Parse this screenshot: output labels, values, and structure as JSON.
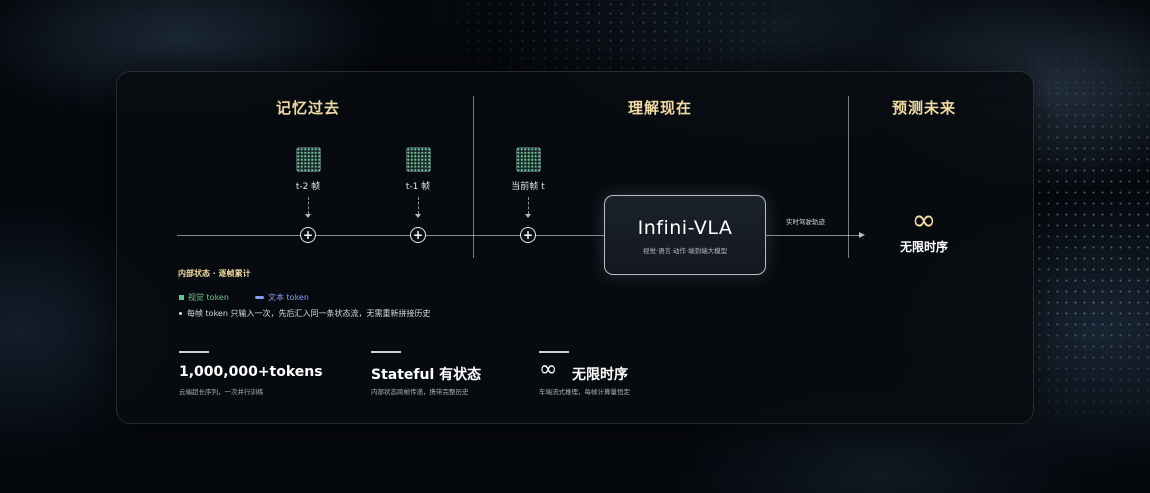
{
  "headings": {
    "past": "记忆过去",
    "present": "理解现在",
    "future": "预测未来"
  },
  "frames": [
    {
      "label": "t-2 帧",
      "icon": "frame-thumbnail-icon"
    },
    {
      "label": "t-1 帧",
      "icon": "frame-thumbnail-icon"
    },
    {
      "label": "当前帧 t",
      "icon": "frame-thumbnail-icon"
    }
  ],
  "model": {
    "title": "Infini-VLA",
    "subtitle": "视觉·语言·动作·端到端大模型"
  },
  "output": {
    "arrow_label": "实时驾驶轨迹",
    "icon": "infinity-icon",
    "label": "无限时序"
  },
  "state": {
    "title": "内部状态 · 逐帧累计",
    "legend": [
      {
        "label": "视觉 token",
        "color": "#6fc28d"
      },
      {
        "label": "文本 token",
        "color": "#8a9bf0"
      }
    ],
    "note": "每帧 token 只输入一次，先后汇入同一条状态流，无需重新拼接历史"
  },
  "stats": [
    {
      "title": "1,000,000+tokens",
      "desc": "云端超长序列，一次并行训练"
    },
    {
      "title": "Stateful 有状态",
      "desc": "内部状态跨帧传递，携带完整历史"
    },
    {
      "title": "无限时序",
      "desc": "车端流式推理，每帧计算量恒定",
      "icon": "infinity-icon"
    }
  ],
  "colors": {
    "accent_gold": "#f0d9a4",
    "vision_token": "#6fc28d",
    "text_token": "#8a9bf0"
  }
}
